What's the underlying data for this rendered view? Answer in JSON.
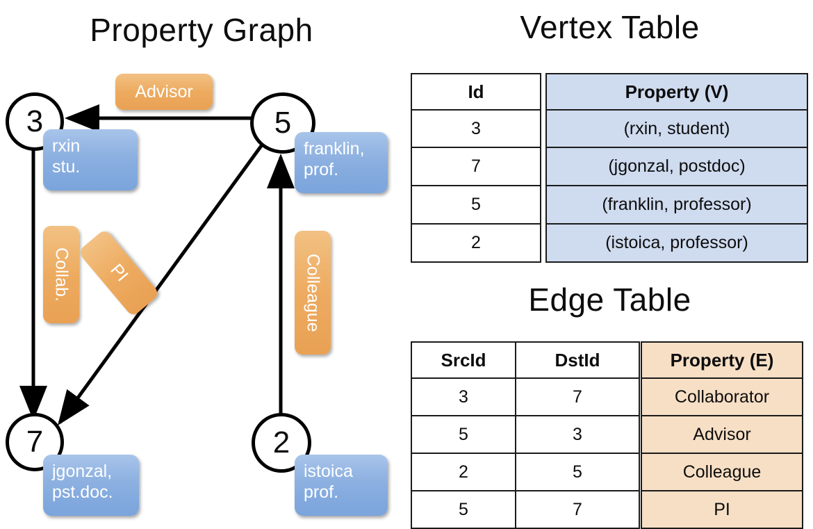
{
  "titles": {
    "property_graph": "Property Graph",
    "vertex_table": "Vertex Table",
    "edge_table": "Edge Table"
  },
  "graph": {
    "nodes": [
      {
        "id": "3",
        "label": "rxin\nstu."
      },
      {
        "id": "5",
        "label": "franklin,\nprof."
      },
      {
        "id": "7",
        "label": "jgonzal,\npst.doc."
      },
      {
        "id": "2",
        "label": "istoica\nprof."
      }
    ],
    "edge_labels": [
      {
        "name": "advisor",
        "text": "Advisor"
      },
      {
        "name": "collab",
        "text": "Collab."
      },
      {
        "name": "pi",
        "text": "PI"
      },
      {
        "name": "colleague",
        "text": "Colleague"
      }
    ],
    "colors": {
      "vertex_label_fill": "#8cb0e0",
      "edge_label_fill": "#edab60",
      "node_stroke": "#000000",
      "edge_stroke": "#000000"
    }
  },
  "vertex_table": {
    "headers": [
      "Id",
      "Property (V)"
    ],
    "rows": [
      {
        "id": "3",
        "property": "(rxin, student)"
      },
      {
        "id": "7",
        "property": "(jgonzal, postdoc)"
      },
      {
        "id": "5",
        "property": "(franklin, professor)"
      },
      {
        "id": "2",
        "property": "(istoica, professor)"
      }
    ],
    "property_column_color": "#cfdbef"
  },
  "edge_table": {
    "headers": [
      "SrcId",
      "DstId",
      "Property (E)"
    ],
    "rows": [
      {
        "src": "3",
        "dst": "7",
        "property": "Collaborator"
      },
      {
        "src": "5",
        "dst": "3",
        "property": "Advisor"
      },
      {
        "src": "2",
        "dst": "5",
        "property": "Colleague"
      },
      {
        "src": "5",
        "dst": "7",
        "property": "PI"
      }
    ],
    "property_column_color": "#f7dfc5"
  }
}
